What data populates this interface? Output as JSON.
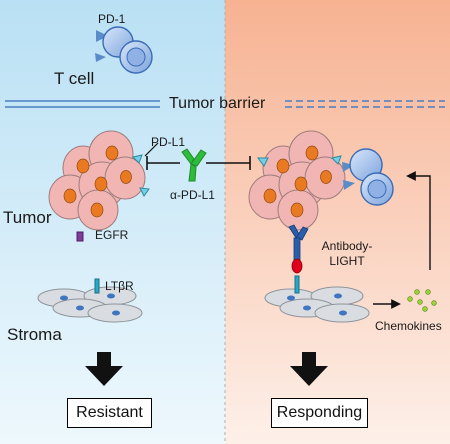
{
  "panels": {
    "left_bg_top": "#b9e0f4",
    "left_bg_bottom": "#eef8fd",
    "right_bg_top": "#f7b292",
    "right_bg_bottom": "#fdf0e9"
  },
  "colors": {
    "tumor_cell": "#f1b6b4",
    "tumor_cell_stroke": "#9e7c7c",
    "nucleus": "#e97a22",
    "t_cell": "#a8c5ec",
    "t_cell_stroke": "#3a6bb5",
    "stroma_cell": "#d9dde2",
    "stroma_nucleus": "#3f76bf",
    "barrier": "#4a7ec2",
    "pd1": "#5a8cc9",
    "pdl1": "#73d0e6",
    "antibody_green": "#2dbb3a",
    "antibody_blue": "#2a5eaa",
    "light_red": "#e0001b",
    "egfr": "#7b3c9b",
    "chemokine": "#9ad23a"
  },
  "labels": {
    "pd1": "PD-1",
    "tcell": "T cell",
    "barrier": "Tumor barrier",
    "pdl1": "PD-L1",
    "anti_pdl1": "α-PD-L1",
    "tumor": "Tumor",
    "egfr": "EGFR",
    "ltbr": "LTβR",
    "stroma": "Stroma",
    "antibody_light_line1": "Antibody-",
    "antibody_light_line2": "LIGHT",
    "chemokines": "Chemokines",
    "resistant": "Resistant",
    "responding": "Responding"
  },
  "icons": [
    "t-cell-icon",
    "tumor-cell-icon",
    "stroma-cell-icon",
    "antibody-icon",
    "chemokine-icon",
    "down-arrow-icon"
  ]
}
